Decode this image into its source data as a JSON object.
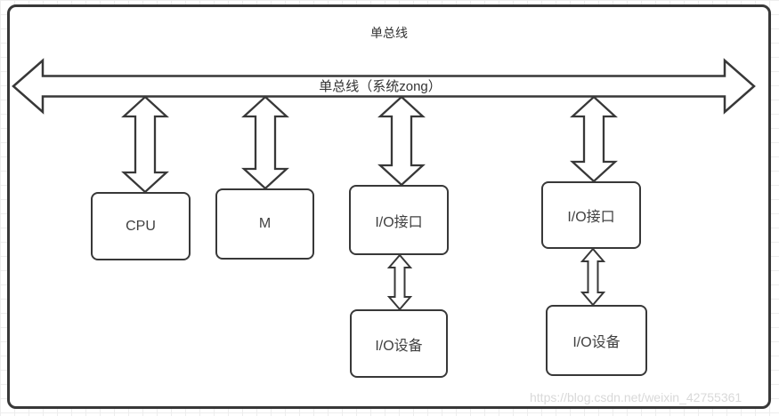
{
  "diagram": {
    "title": "单总线",
    "bus_label": "单总线（系统zong）",
    "nodes": [
      {
        "id": "cpu",
        "label": "CPU"
      },
      {
        "id": "memory",
        "label": "M"
      },
      {
        "id": "io-interface-1",
        "label": "I/O接口"
      },
      {
        "id": "io-interface-2",
        "label": "I/O接口"
      },
      {
        "id": "io-device-1",
        "label": "I/O设备"
      },
      {
        "id": "io-device-2",
        "label": "I/O设备"
      }
    ],
    "colors": {
      "line": "#383838",
      "grid": "#ededed",
      "watermark_text": "#d9d9d9"
    }
  },
  "watermark": "https://blog.csdn.net/weixin_42755361"
}
